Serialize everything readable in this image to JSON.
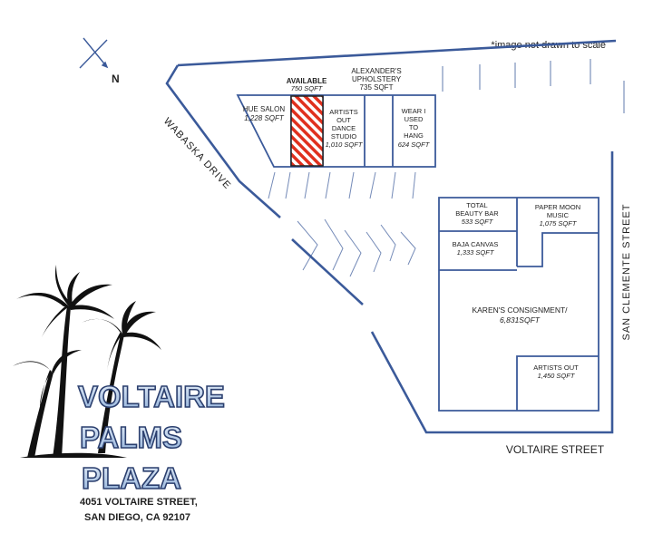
{
  "note": "*image not drawn to scale",
  "compass": {
    "label": "N"
  },
  "streets": {
    "wabaska": "WABASKA DRIVE",
    "san_clemente": "SAN CLEMENTE STREET",
    "voltaire": "VOLTAIRE STREET"
  },
  "units": {
    "available": {
      "name": "AVAILABLE",
      "sqft": "750 SQFT"
    },
    "alexanders": {
      "line1": "ALEXANDER'S",
      "line2": "UPHOLSTERY",
      "sqft": "735 SQFT"
    },
    "hue": {
      "name": "HUE SALON",
      "sqft": "1,228 SQFT"
    },
    "artists_dance": {
      "line1": "ARTISTS",
      "line2": "OUT",
      "line3": "DANCE",
      "line4": "STUDIO",
      "sqft": "1,010 SQFT"
    },
    "wear": {
      "line1": "WEAR I",
      "line2": "USED",
      "line3": "TO",
      "line4": "HANG",
      "sqft": "624 SQFT"
    },
    "total_beauty": {
      "line1": "TOTAL",
      "line2": "BEAUTY BAR",
      "sqft": "533 SQFT"
    },
    "paper_moon": {
      "line1": "PAPER MOON",
      "line2": "MUSIC",
      "sqft": "1,075 SQFT"
    },
    "baja": {
      "name": "BAJA CANVAS",
      "sqft": "1,333 SQFT"
    },
    "karens": {
      "name": "KAREN'S CONSIGNMENT/",
      "sqft": "6,831SQFT"
    },
    "artists_out": {
      "name": "ARTISTS OUT",
      "sqft": "1,450 SQFT"
    }
  },
  "logo": {
    "line1": "VOLTAIRE",
    "line2": "PALMS",
    "line3": "PLAZA"
  },
  "address": {
    "line1": "4051 VOLTAIRE STREET,",
    "line2": "SAN DIEGO, CA 92107"
  },
  "colors": {
    "outline": "#3b5a9a",
    "available": "#e0301e",
    "logo_fill": "#a9c1e0",
    "logo_stroke": "#2b3f6e"
  }
}
